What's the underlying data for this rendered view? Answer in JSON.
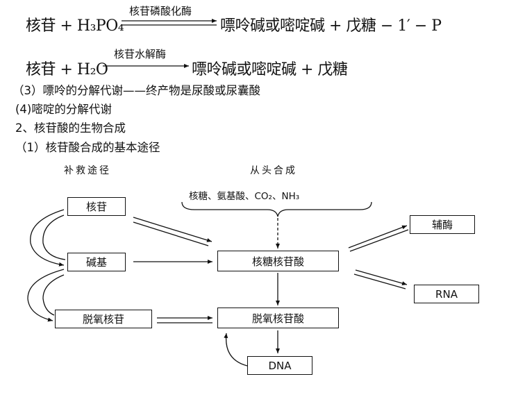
{
  "equation1": {
    "left": "核苷 + H₃PO₄",
    "enzyme": "核苷磷酸化酶",
    "right": "嘌呤碱或嘧啶碱 + 戊糖 − 1′ − P"
  },
  "equation2": {
    "left": "核苷 + H₂O",
    "enzyme": "核苷水解酶",
    "right": "嘌呤碱或嘧啶碱 + 戊糖"
  },
  "lines": [
    "（3）嘌呤的分解代谢——终产物是尿酸或尿囊酸",
    "(4)嘧啶的分解代谢",
    "2、核苷酸的生物合成",
    "（1）核苷酸合成的基本途径"
  ],
  "diagram": {
    "salvage_title": "补救途径",
    "denovo_title": "从头合成",
    "raw_materials": "核糖、氨基酸、CO₂、NH₃",
    "boxes": {
      "nucleoside": "核苷",
      "base": "碱基",
      "deoxynucleoside": "脱氧核苷",
      "ribonucleotide": "核糖核苷酸",
      "deoxynucleotide": "脱氧核苷酸",
      "coenzyme": "辅酶",
      "rna": "RNA",
      "dna": "DNA"
    }
  }
}
